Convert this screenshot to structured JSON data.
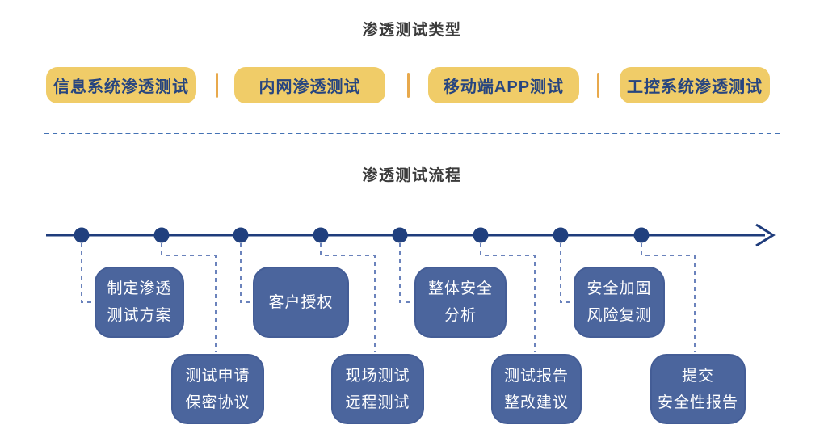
{
  "types": {
    "title": "渗透测试类型",
    "items": [
      "信息系统渗透测试",
      "内网渗透测试",
      "移动端APP测试",
      "工控系统渗透测试"
    ]
  },
  "flow": {
    "title": "渗透测试流程",
    "steps": [
      {
        "line1": "制定渗透",
        "line2": "测试方案"
      },
      {
        "line1": "测试申请",
        "line2": "保密协议"
      },
      {
        "line1": "客户授权",
        "line2": ""
      },
      {
        "line1": "现场测试",
        "line2": "远程测试"
      },
      {
        "line1": "整体安全",
        "line2": "分析"
      },
      {
        "line1": "测试报告",
        "line2": "整改建议"
      },
      {
        "line1": "安全加固",
        "line2": "风险复测"
      },
      {
        "line1": "提交",
        "line2": "安全性报告"
      }
    ]
  },
  "colors": {
    "pill_background": "#F0CC68",
    "pill_text": "#27457F",
    "pill_separator": "#E8A94C",
    "divider_dash": "#4472B4",
    "timeline": "#1F3C7C",
    "connector_dash": "#6B83BC",
    "step_box_fill": "#4B659D",
    "step_box_text": "#ffffff",
    "title_text": "#3b3b3b",
    "background": "#ffffff"
  }
}
